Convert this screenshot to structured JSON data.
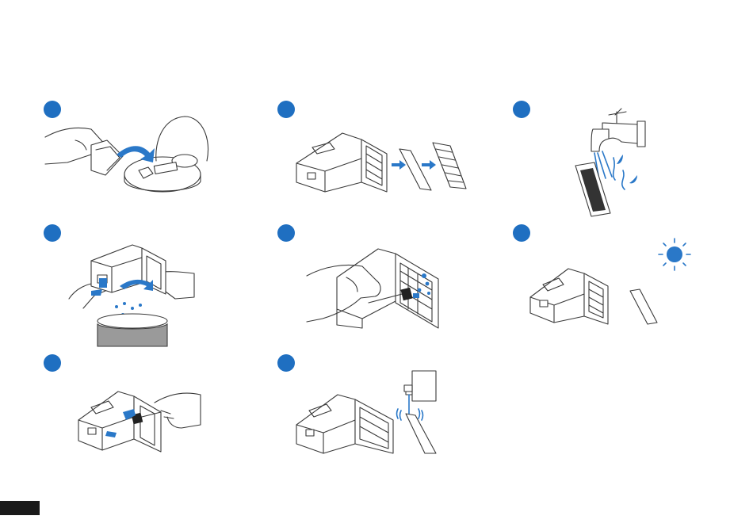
{
  "colors": {
    "accent": "#1f6fc1",
    "line": "#3a3a3a",
    "page_tab": "#1a1a1a"
  },
  "steps": [
    {
      "icon": "remove-dustbin-from-robot-illustration"
    },
    {
      "icon": "remove-filter-from-dustbin-illustration"
    },
    {
      "icon": "rinse-filter-under-tap-illustration"
    },
    {
      "icon": "empty-dustbin-into-trash-illustration"
    },
    {
      "icon": "clean-filter-with-brush-illustration"
    },
    {
      "icon": "air-dry-filter-in-sun-illustration"
    },
    {
      "icon": "brush-dustbin-interior-illustration"
    },
    {
      "icon": "rinse-dustbin-illustration"
    }
  ]
}
